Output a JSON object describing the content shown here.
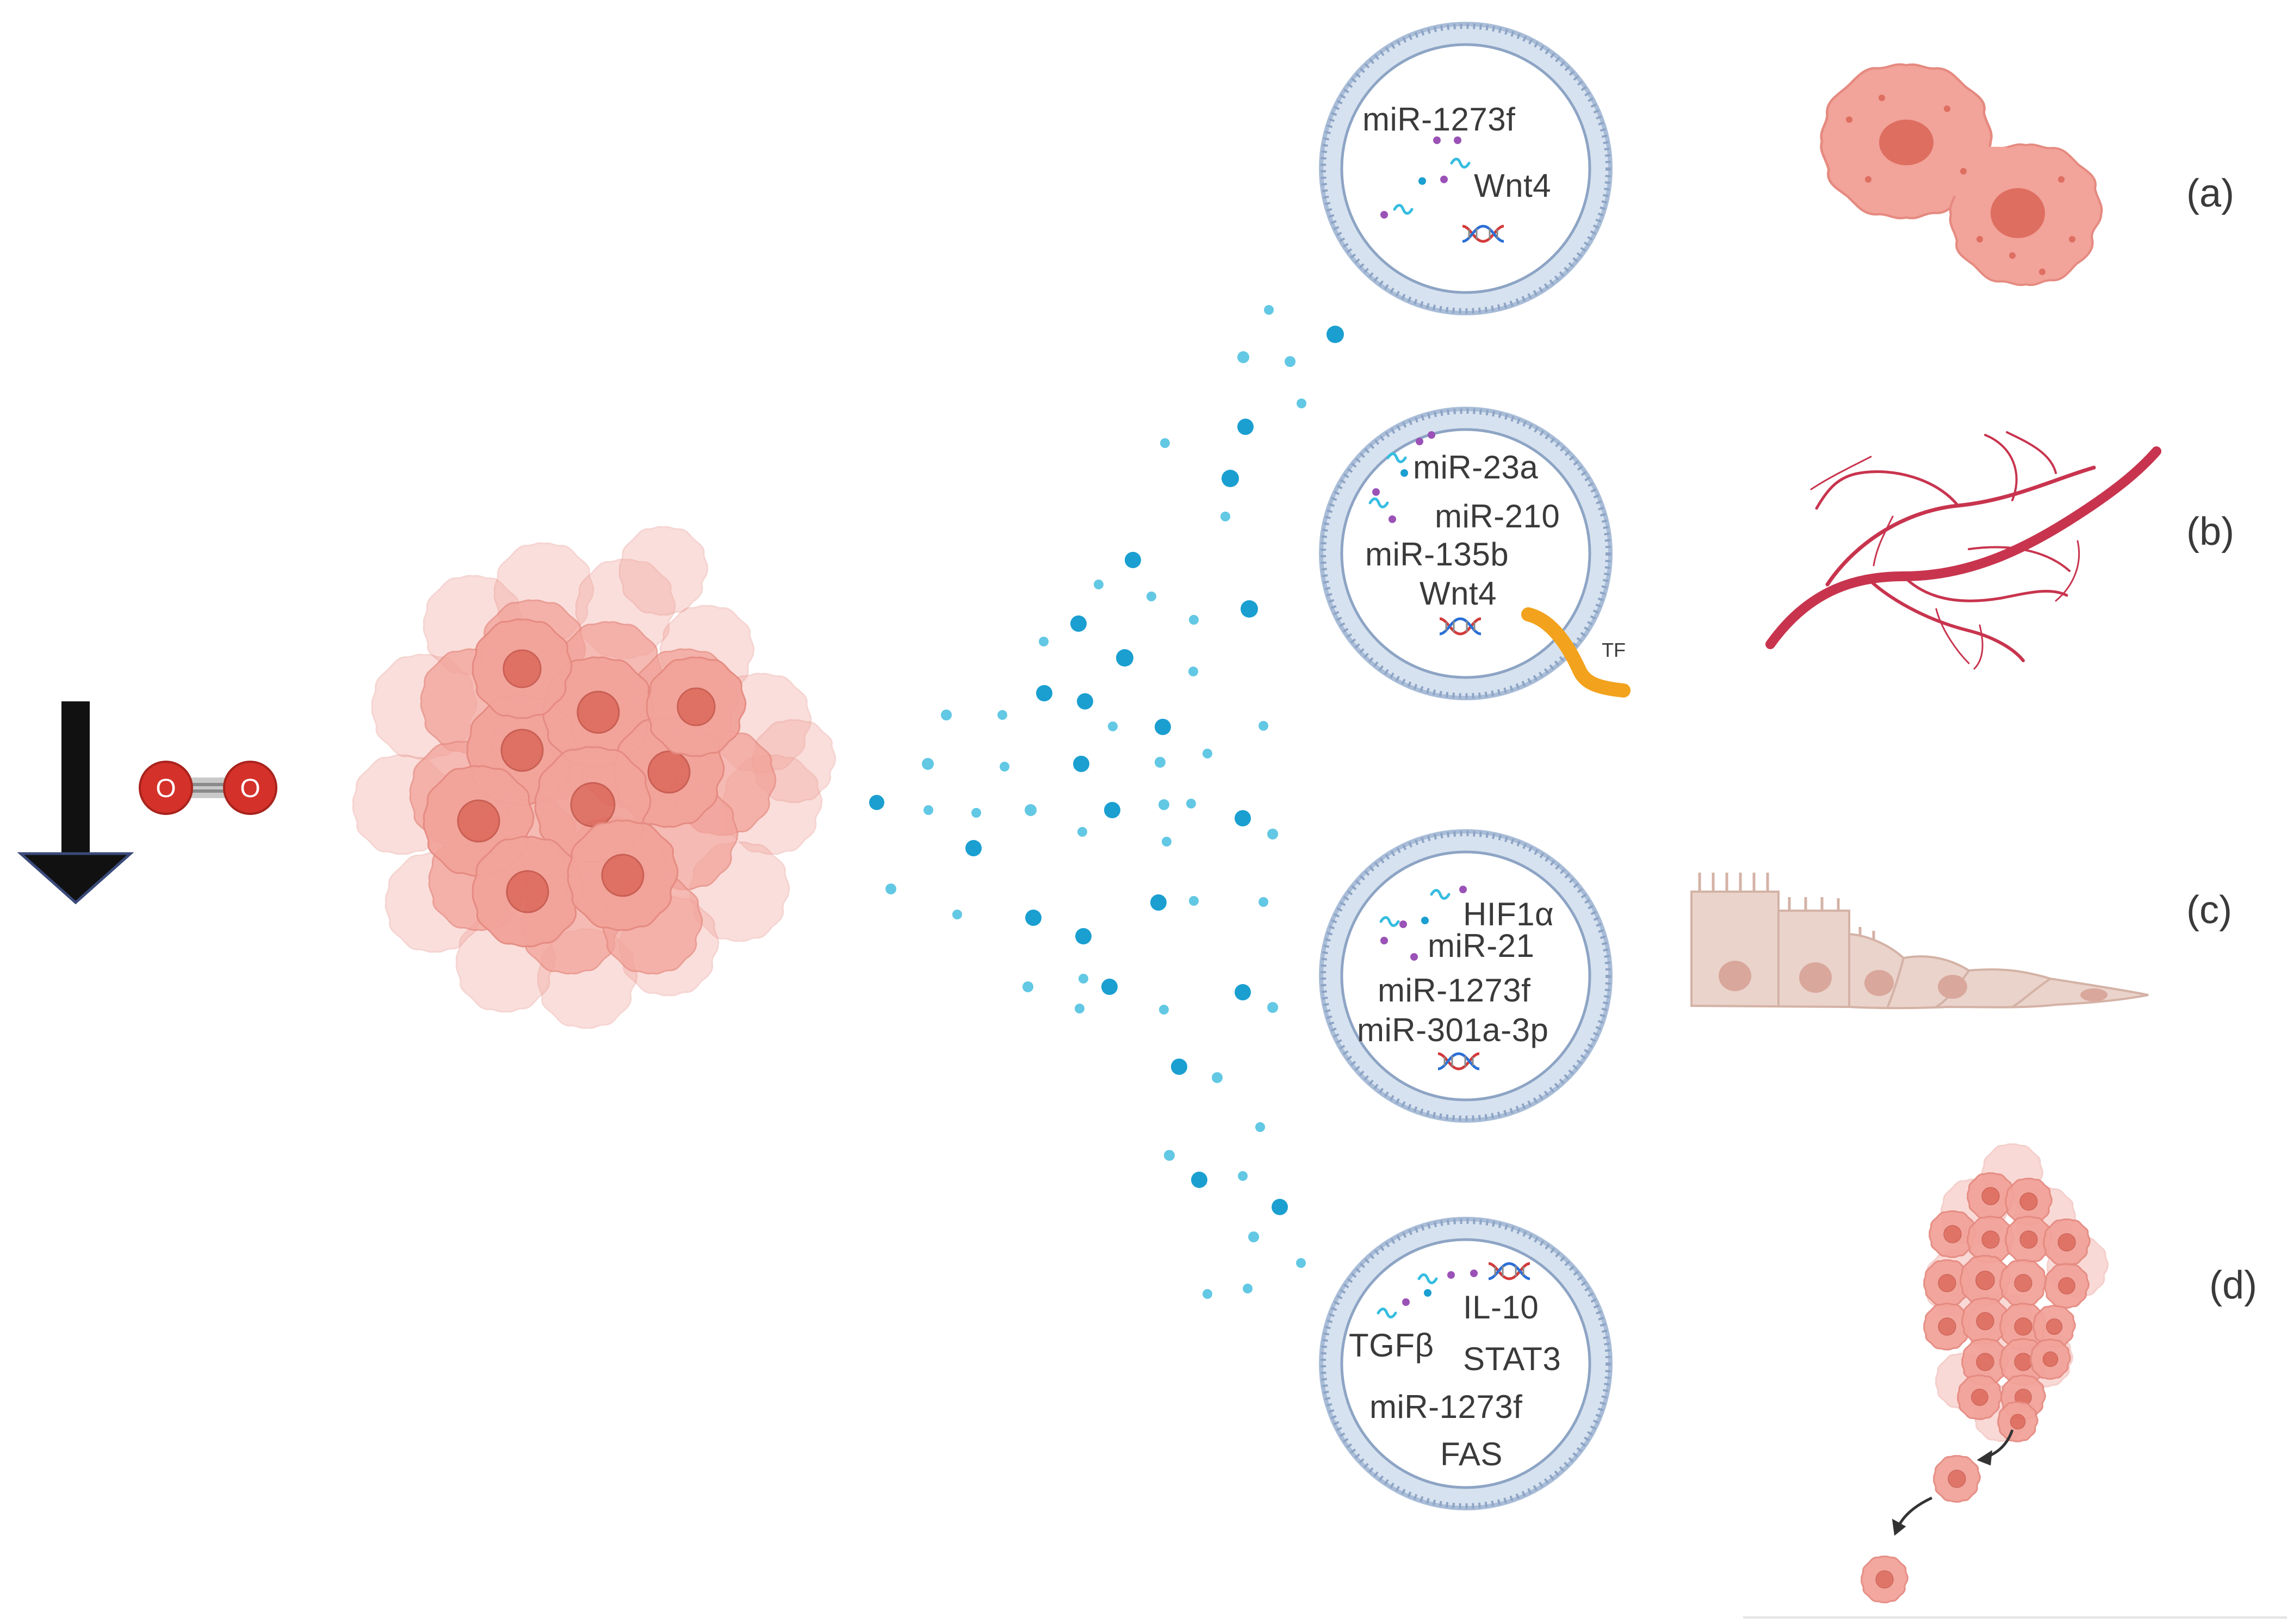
{
  "oxygen": {
    "atom_left": "O",
    "atom_right": "O"
  },
  "vesicles": [
    {
      "id": "a",
      "labels": [
        "miR-1273f",
        "Wnt4"
      ]
    },
    {
      "id": "b",
      "labels": [
        "miR-23a",
        "miR-210",
        "miR-135b",
        "Wnt4"
      ],
      "side_label": "TF"
    },
    {
      "id": "c",
      "labels": [
        "HIF1α",
        "miR-21",
        "miR-1273f",
        "miR-301a-3p"
      ]
    },
    {
      "id": "d",
      "labels": [
        "IL-10",
        "TGFβ",
        "STAT3",
        "miR-1273f",
        "FAS"
      ]
    }
  ],
  "panels": [
    "(a)",
    "(b)",
    "(c)",
    "(d)"
  ],
  "colors": {
    "cell_fill": "#f2a39a",
    "cell_nucleus": "#de6e60",
    "vessel": "#c8344e",
    "particle": "#1a9fd0",
    "particle_light": "#46bedf",
    "membrane": "#8fa8c6",
    "membrane_fill": "#eef3fa",
    "tf": "#f2a21c",
    "epithelium": "#ead3cb",
    "arrow": "#111111"
  }
}
